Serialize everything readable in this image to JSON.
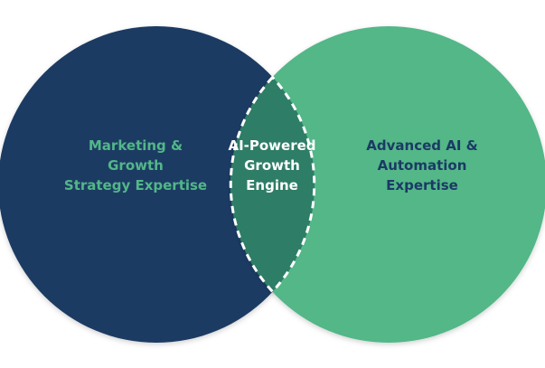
{
  "circles": {
    "left": {
      "lines": [
        "Marketing &",
        "Growth",
        "Strategy Expertise"
      ],
      "fill": "#1b3a64",
      "text_color": "#52b788"
    },
    "center": {
      "lines": [
        "AI-Powered",
        "Growth",
        "Engine"
      ],
      "fill": "#2e7d66",
      "text_color": "#ffffff"
    },
    "right": {
      "lines": [
        "Advanced AI &",
        "Automation",
        "Expertise"
      ],
      "fill": "#52b788",
      "text_color": "#1b3a64"
    }
  }
}
